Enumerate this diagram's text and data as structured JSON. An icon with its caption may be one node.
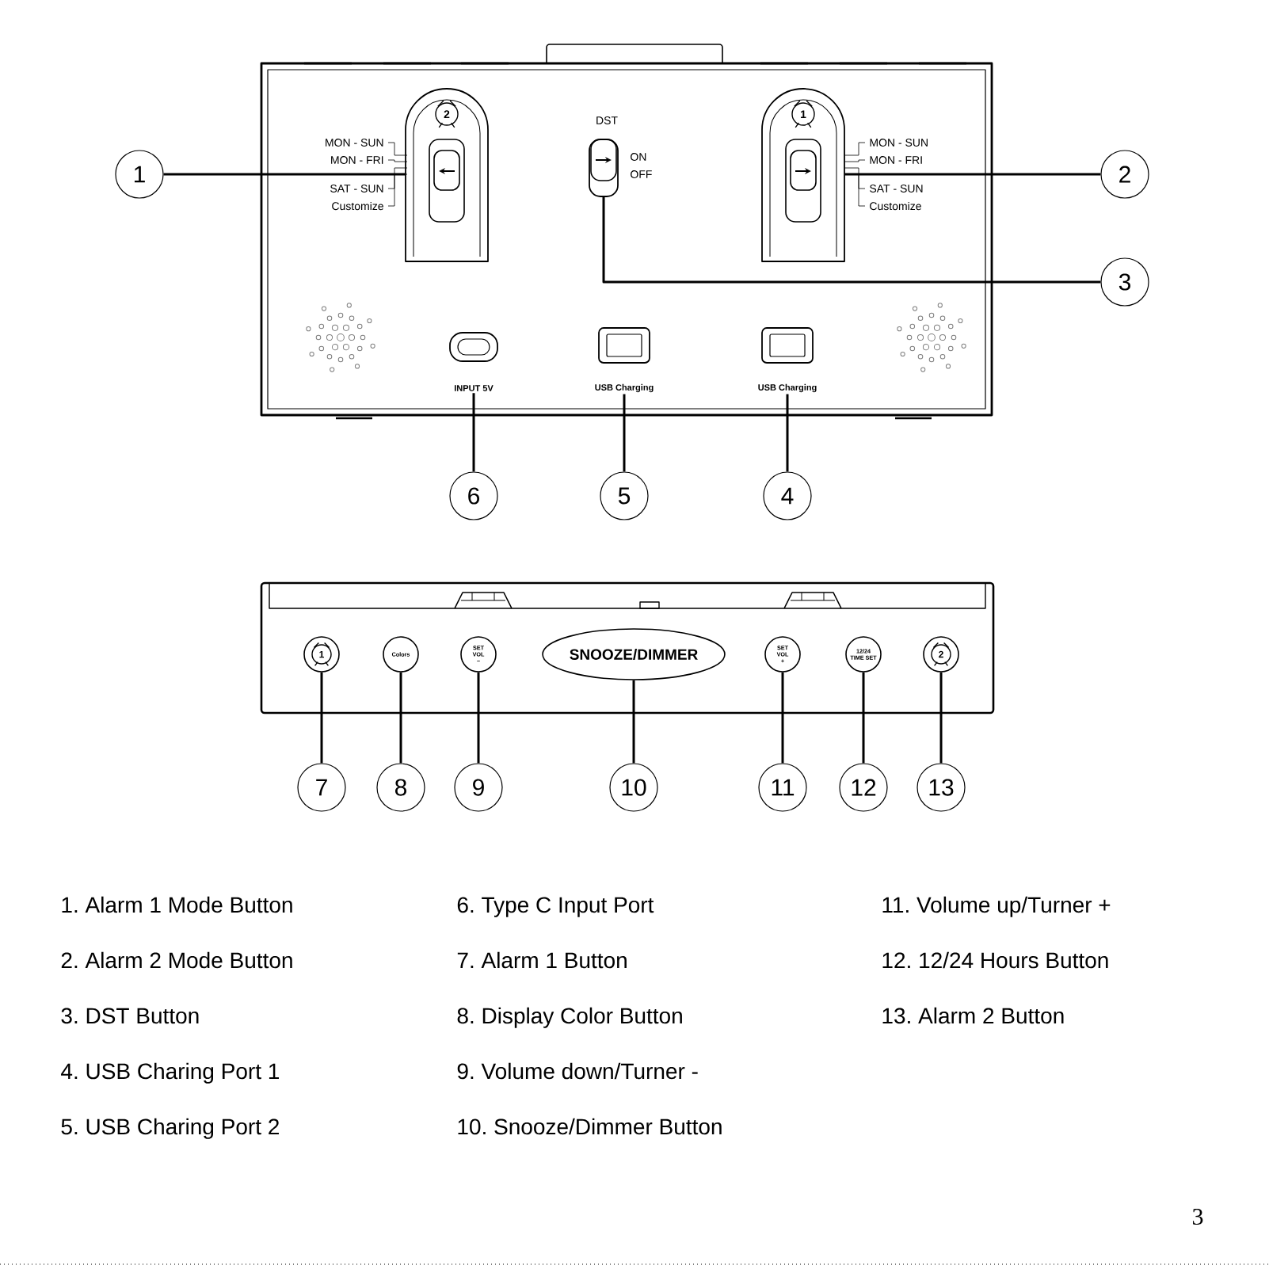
{
  "diagram": {
    "nodes": [
      {
        "text": [
          "1"
        ]
      },
      {
        "text": [
          "2"
        ],
        "beside": [
          "MON - SUN",
          "MON - FRI",
          "SAT - SUN",
          "Customize"
        ]
      },
      {
        "text": [],
        "shape": "box",
        "beside": [
          "DST",
          "ON",
          "OFF"
        ]
      },
      {
        "text": [
          "1"
        ],
        "beside": [
          "MON - SUN",
          "MON - FRI",
          "SAT - SUN",
          "Customize"
        ]
      },
      {
        "text": [
          "2"
        ]
      },
      {
        "text": [
          "3"
        ]
      },
      {
        "text": [
          "INPUT 5V"
        ]
      },
      {
        "text": [
          "USB Charging"
        ]
      },
      {
        "text": [
          "USB Charging"
        ]
      },
      {
        "text": [
          "6"
        ]
      },
      {
        "text": [
          "5"
        ]
      },
      {
        "text": [
          "4"
        ]
      },
      {
        "text": [
          "1"
        ]
      },
      {
        "text": [
          "Colors"
        ]
      },
      {
        "text": [
          "SET",
          "VOL",
          "−"
        ]
      },
      {
        "text": [
          "SNOOZE/DIMMER"
        ]
      },
      {
        "text": [
          "SET",
          "VOL",
          "+"
        ]
      },
      {
        "text": [
          "12/24",
          "TIME SET"
        ]
      },
      {
        "text": [
          "2"
        ]
      },
      {
        "text": [
          "7"
        ]
      },
      {
        "text": [
          "8"
        ]
      },
      {
        "text": [
          "9"
        ]
      },
      {
        "text": [
          "10"
        ]
      },
      {
        "text": [
          "11"
        ]
      },
      {
        "text": [
          "12"
        ]
      },
      {
        "text": [
          "13"
        ]
      }
    ],
    "edges": [
      {
        "from": 0,
        "to": 1,
        "arrow": "none"
      },
      {
        "from": 4,
        "to": 3,
        "arrow": "none"
      },
      {
        "from": 5,
        "to": 2,
        "arrow": "none"
      },
      {
        "from": 9,
        "to": 6,
        "arrow": "none"
      },
      {
        "from": 10,
        "to": 7,
        "arrow": "none"
      },
      {
        "from": 11,
        "to": 8,
        "arrow": "none"
      },
      {
        "from": 19,
        "to": 12,
        "arrow": "none"
      },
      {
        "from": 20,
        "to": 13,
        "arrow": "none"
      },
      {
        "from": 21,
        "to": 14,
        "arrow": "none"
      },
      {
        "from": 22,
        "to": 15,
        "arrow": "none"
      },
      {
        "from": 23,
        "to": 16,
        "arrow": "none"
      },
      {
        "from": 24,
        "to": 17,
        "arrow": "none"
      },
      {
        "from": 25,
        "to": 18,
        "arrow": "none"
      }
    ],
    "labels": [
      "1. Alarm 1 Mode Button",
      "2. Alarm 2 Mode Button",
      "3. DST Button",
      "4. USB Charing Port 1",
      "5. USB Charing Port 2",
      "6. Type C Input Port",
      "7. Alarm 1 Button",
      "8. Display Color Button",
      "9. Volume down/Turner -",
      "10. Snooze/Dimmer Button",
      "11. Volume up/Turner +",
      "12. 12/24 Hours Button",
      "13. Alarm 2 Button",
      "3"
    ]
  }
}
